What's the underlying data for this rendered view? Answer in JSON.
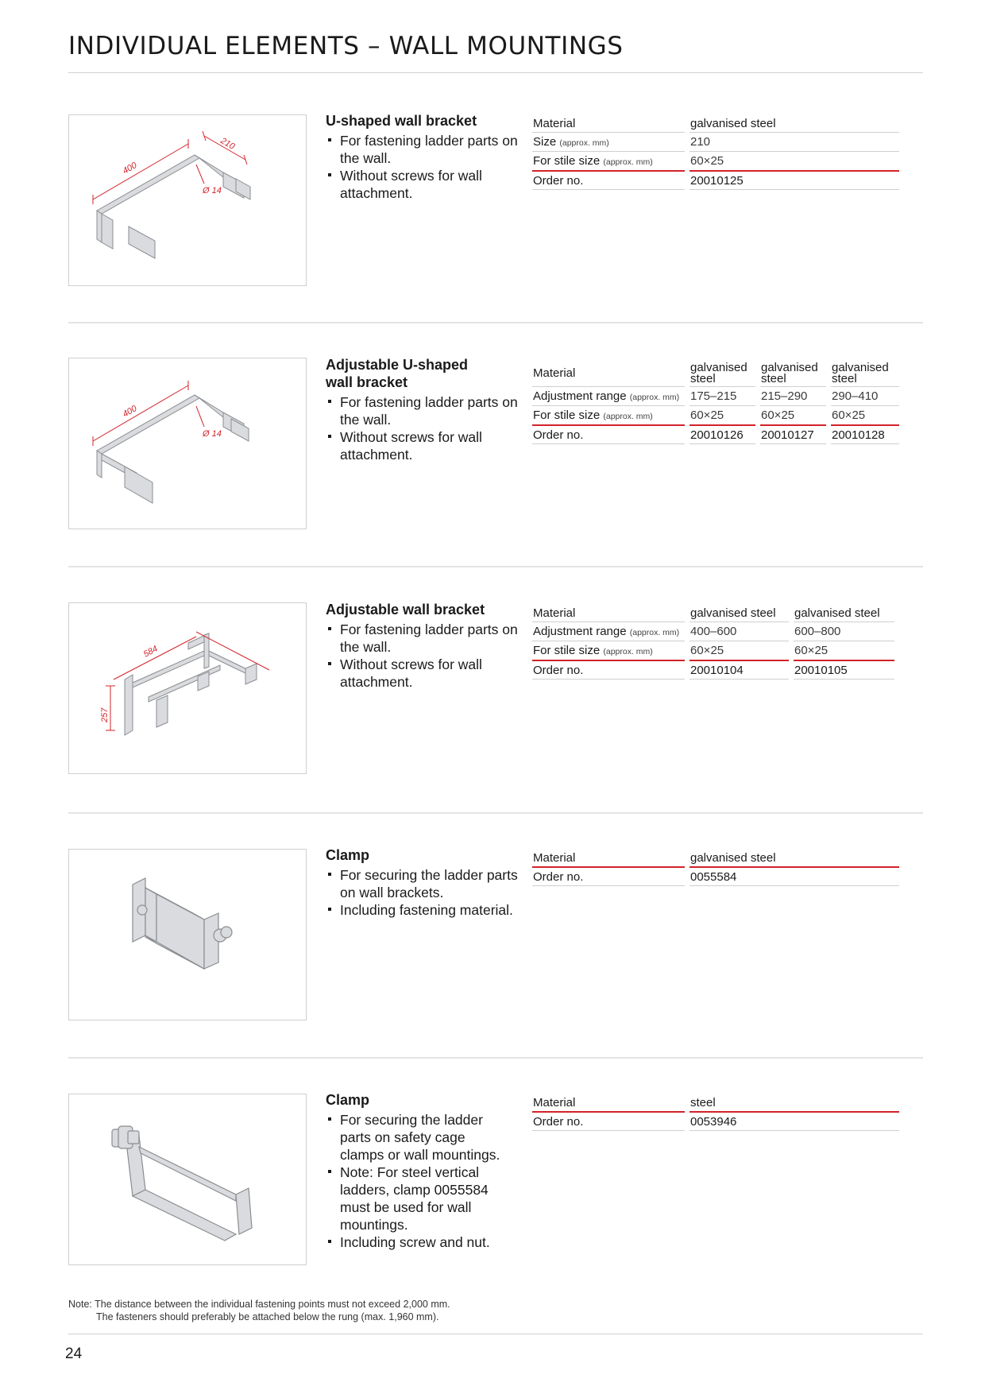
{
  "page": {
    "title": "INDIVIDUAL ELEMENTS – WALL MOUNTINGS",
    "number": "24"
  },
  "products": [
    {
      "title": "U-shaped wall bracket",
      "bullets": [
        "For fastening ladder parts on the wall.",
        "Without screws for wall attachment."
      ],
      "dims": [
        "400",
        "210",
        "Ø 14"
      ],
      "specs": {
        "material": {
          "label": "Material",
          "values": [
            "galvanised steel"
          ]
        },
        "size": {
          "label": "Size",
          "unit": "(approx. mm)",
          "values": [
            "210"
          ]
        },
        "stile": {
          "label": "For stile size",
          "unit": "(approx. mm)",
          "values": [
            "60×25"
          ]
        },
        "order": {
          "label": "Order no.",
          "values": [
            "20010125"
          ]
        }
      }
    },
    {
      "title": "Adjustable U-shaped wall bracket",
      "bullets": [
        "For fastening ladder parts on the wall.",
        "Without screws for wall attachment."
      ],
      "dims": [
        "400",
        "Ø 14"
      ],
      "specs": {
        "material": {
          "label": "Material",
          "values": [
            "galvanised steel",
            "galvanised steel",
            "galvanised steel"
          ]
        },
        "range": {
          "label": "Adjustment range",
          "unit": "(approx. mm)",
          "values": [
            "175–215",
            "215–290",
            "290–410"
          ]
        },
        "stile": {
          "label": "For stile size",
          "unit": "(approx. mm)",
          "values": [
            "60×25",
            "60×25",
            "60×25"
          ]
        },
        "order": {
          "label": "Order no.",
          "values": [
            "20010126",
            "20010127",
            "20010128"
          ]
        }
      }
    },
    {
      "title": "Adjustable wall bracket",
      "bullets": [
        "For fastening ladder parts on the wall.",
        "Without screws for wall attachment."
      ],
      "dims": [
        "584",
        "257"
      ],
      "specs": {
        "material": {
          "label": "Material",
          "values": [
            "galvanised steel",
            "galvanised steel"
          ]
        },
        "range": {
          "label": "Adjustment range",
          "unit": "(approx. mm)",
          "values": [
            "400–600",
            "600–800"
          ]
        },
        "stile": {
          "label": "For stile size",
          "unit": "(approx. mm)",
          "values": [
            "60×25",
            "60×25"
          ]
        },
        "order": {
          "label": "Order no.",
          "values": [
            "20010104",
            "20010105"
          ]
        }
      }
    },
    {
      "title": "Clamp",
      "bullets": [
        "For securing the ladder parts on wall brackets.",
        "Including fastening material."
      ],
      "specs": {
        "material": {
          "label": "Material",
          "values": [
            "galvanised steel"
          ]
        },
        "order": {
          "label": "Order no.",
          "values": [
            "0055584"
          ]
        }
      }
    },
    {
      "title": "Clamp",
      "bullets": [
        "For securing the ladder parts on safety cage clamps or wall mountings.",
        "Note: For steel vertical ladders, clamp 0055584 must be used for wall mountings.",
        "Including screw and nut."
      ],
      "specs": {
        "material": {
          "label": "Material",
          "values": [
            "steel"
          ]
        },
        "order": {
          "label": "Order no.",
          "values": [
            "0053946"
          ]
        }
      }
    }
  ],
  "note": {
    "line1": "Note: The distance between the individual fastening points must not exceed 2,000 mm.",
    "line2": "The fasteners should preferably be attached below the rung (max. 1,960 mm)."
  },
  "colors": {
    "accent": "#d2232a",
    "rule": "#cfcfcf",
    "text": "#1a1a1a"
  }
}
